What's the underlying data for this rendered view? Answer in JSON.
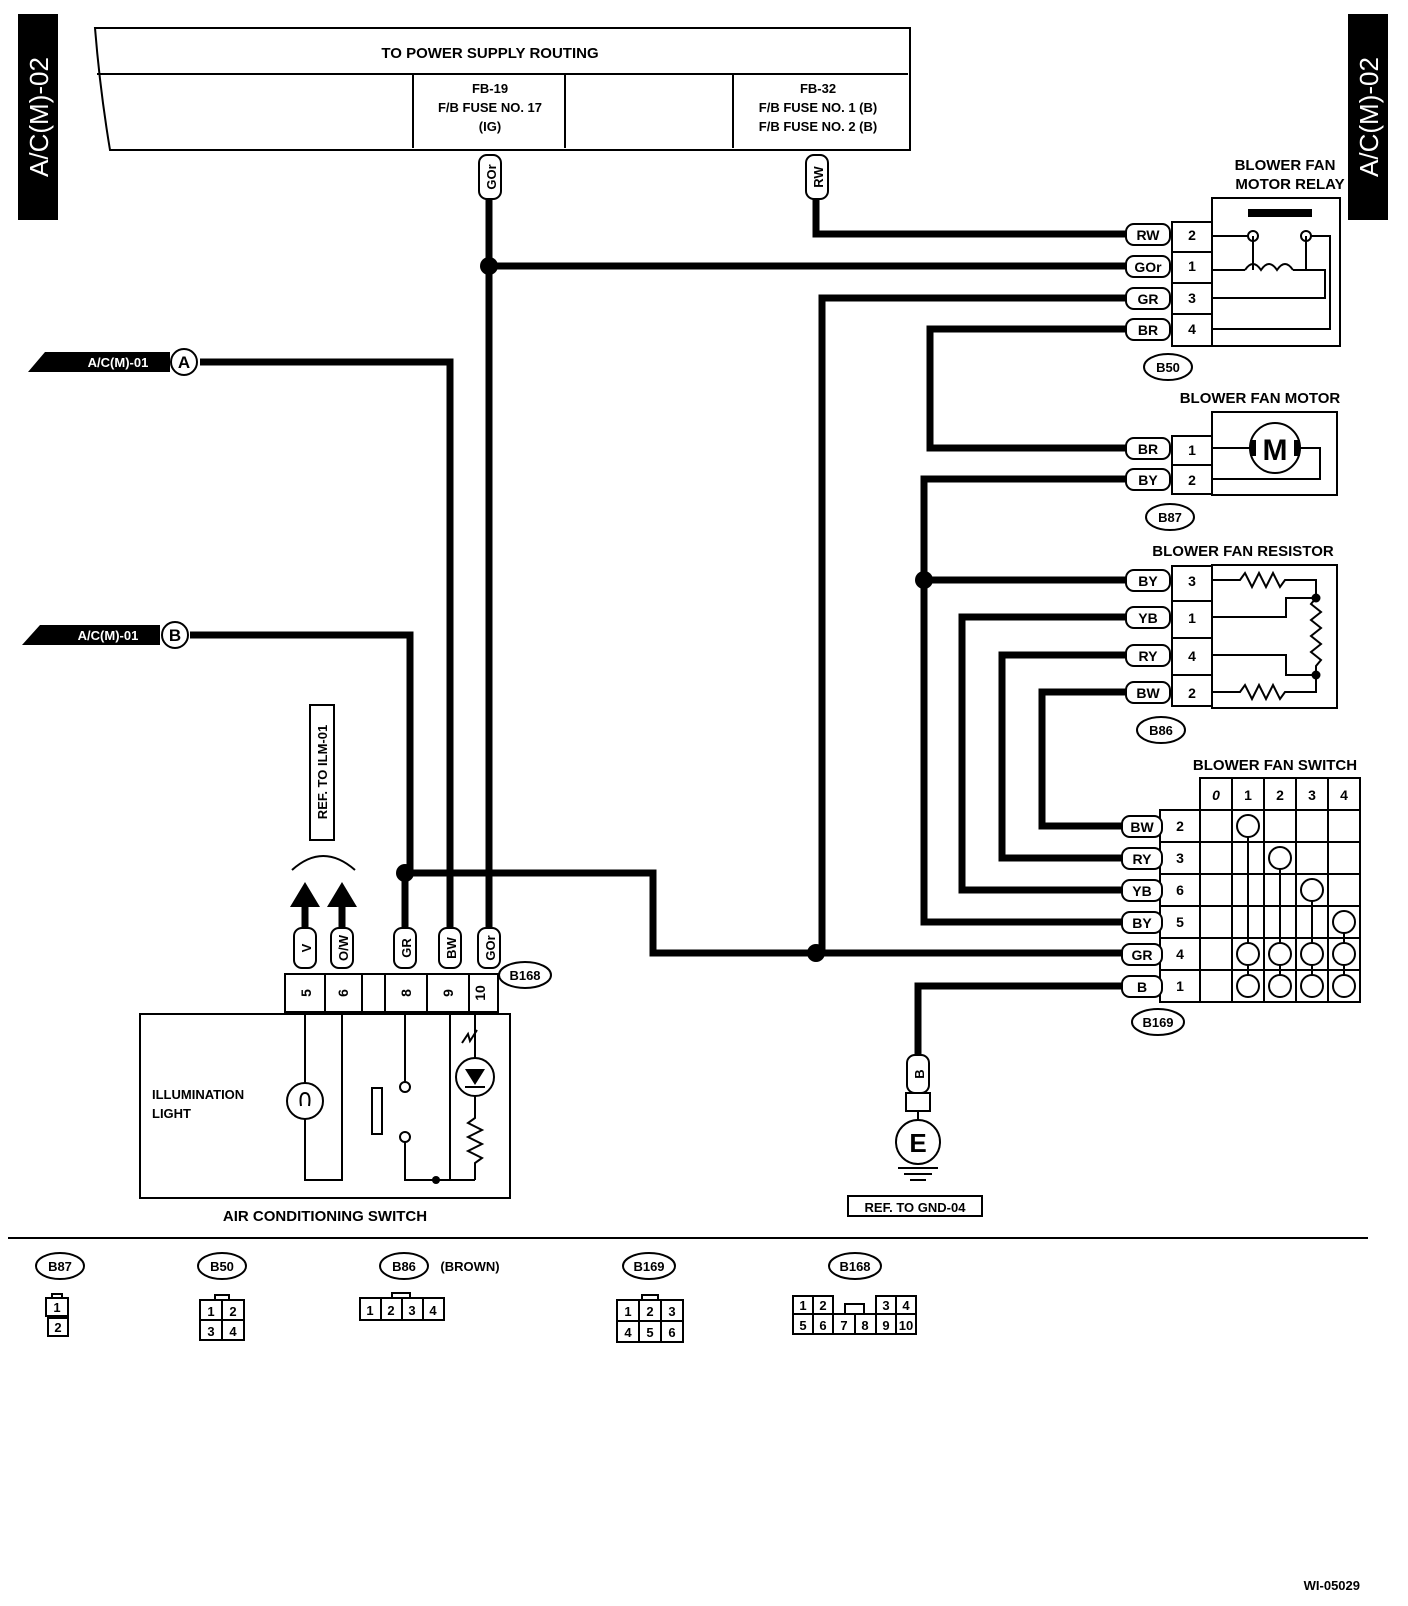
{
  "page_tags": {
    "left": "A/C(M)-02",
    "right": "A/C(M)-02"
  },
  "power": {
    "title": "TO POWER SUPPLY ROUTING",
    "fb19": [
      "FB-19",
      "F/B FUSE NO. 17",
      "(IG)"
    ],
    "fb32": [
      "FB-32",
      "F/B FUSE NO. 1 (B)",
      "F/B FUSE NO. 2 (B)"
    ],
    "wire_gor": "GOr",
    "wire_rw": "RW"
  },
  "refs": {
    "a_label": "A/C(M)-01",
    "a_letter": "A",
    "b_label": "A/C(M)-01",
    "b_letter": "B",
    "ilm": "REF. TO ILM-01",
    "gnd": "REF. TO GND-04"
  },
  "relay": {
    "title1": "BLOWER FAN",
    "title2": "MOTOR RELAY",
    "connector": "B50",
    "pins": [
      {
        "wire": "RW",
        "pin": "2"
      },
      {
        "wire": "GOr",
        "pin": "1"
      },
      {
        "wire": "GR",
        "pin": "3"
      },
      {
        "wire": "BR",
        "pin": "4"
      }
    ]
  },
  "motor": {
    "title": "BLOWER FAN MOTOR",
    "connector": "B87",
    "symbol": "M",
    "pins": [
      {
        "wire": "BR",
        "pin": "1"
      },
      {
        "wire": "BY",
        "pin": "2"
      }
    ]
  },
  "resistor": {
    "title": "BLOWER FAN RESISTOR",
    "connector": "B86",
    "pins": [
      {
        "wire": "BY",
        "pin": "3"
      },
      {
        "wire": "YB",
        "pin": "1"
      },
      {
        "wire": "RY",
        "pin": "4"
      },
      {
        "wire": "BW",
        "pin": "2"
      }
    ]
  },
  "fan_switch": {
    "title": "BLOWER FAN SWITCH",
    "connector": "B169",
    "positions": [
      "0",
      "1",
      "2",
      "3",
      "4"
    ],
    "pins": [
      {
        "wire": "BW",
        "pin": "2"
      },
      {
        "wire": "RY",
        "pin": "3"
      },
      {
        "wire": "YB",
        "pin": "6"
      },
      {
        "wire": "BY",
        "pin": "5"
      },
      {
        "wire": "GR",
        "pin": "4"
      },
      {
        "wire": "B",
        "pin": "1"
      }
    ]
  },
  "ac_switch": {
    "title": "AIR CONDITIONING SWITCH",
    "illum1": "ILLUMINATION",
    "illum2": "LIGHT",
    "connector": "B168",
    "pins": [
      {
        "wire": "V",
        "pin": "5"
      },
      {
        "wire": "O/W",
        "pin": "6"
      },
      {
        "wire": "GR",
        "pin": "8"
      },
      {
        "wire": "BW",
        "pin": "9"
      },
      {
        "wire": "GOr",
        "pin": "10"
      }
    ]
  },
  "ground": {
    "wire": "B",
    "symbol": "E"
  },
  "connectors_legend": {
    "b87": {
      "name": "B87",
      "pins": [
        "1",
        "2"
      ]
    },
    "b50": {
      "name": "B50",
      "pins": [
        "1",
        "2",
        "3",
        "4"
      ]
    },
    "b86": {
      "name": "B86",
      "note": "(BROWN)",
      "pins": [
        "1",
        "2",
        "3",
        "4"
      ]
    },
    "b169": {
      "name": "B169",
      "pins": [
        "1",
        "2",
        "3",
        "4",
        "5",
        "6"
      ]
    },
    "b168": {
      "name": "B168",
      "pins": [
        "1",
        "2",
        "3",
        "4",
        "5",
        "6",
        "7",
        "8",
        "9",
        "10"
      ]
    }
  },
  "doc_id": "WI-05029"
}
